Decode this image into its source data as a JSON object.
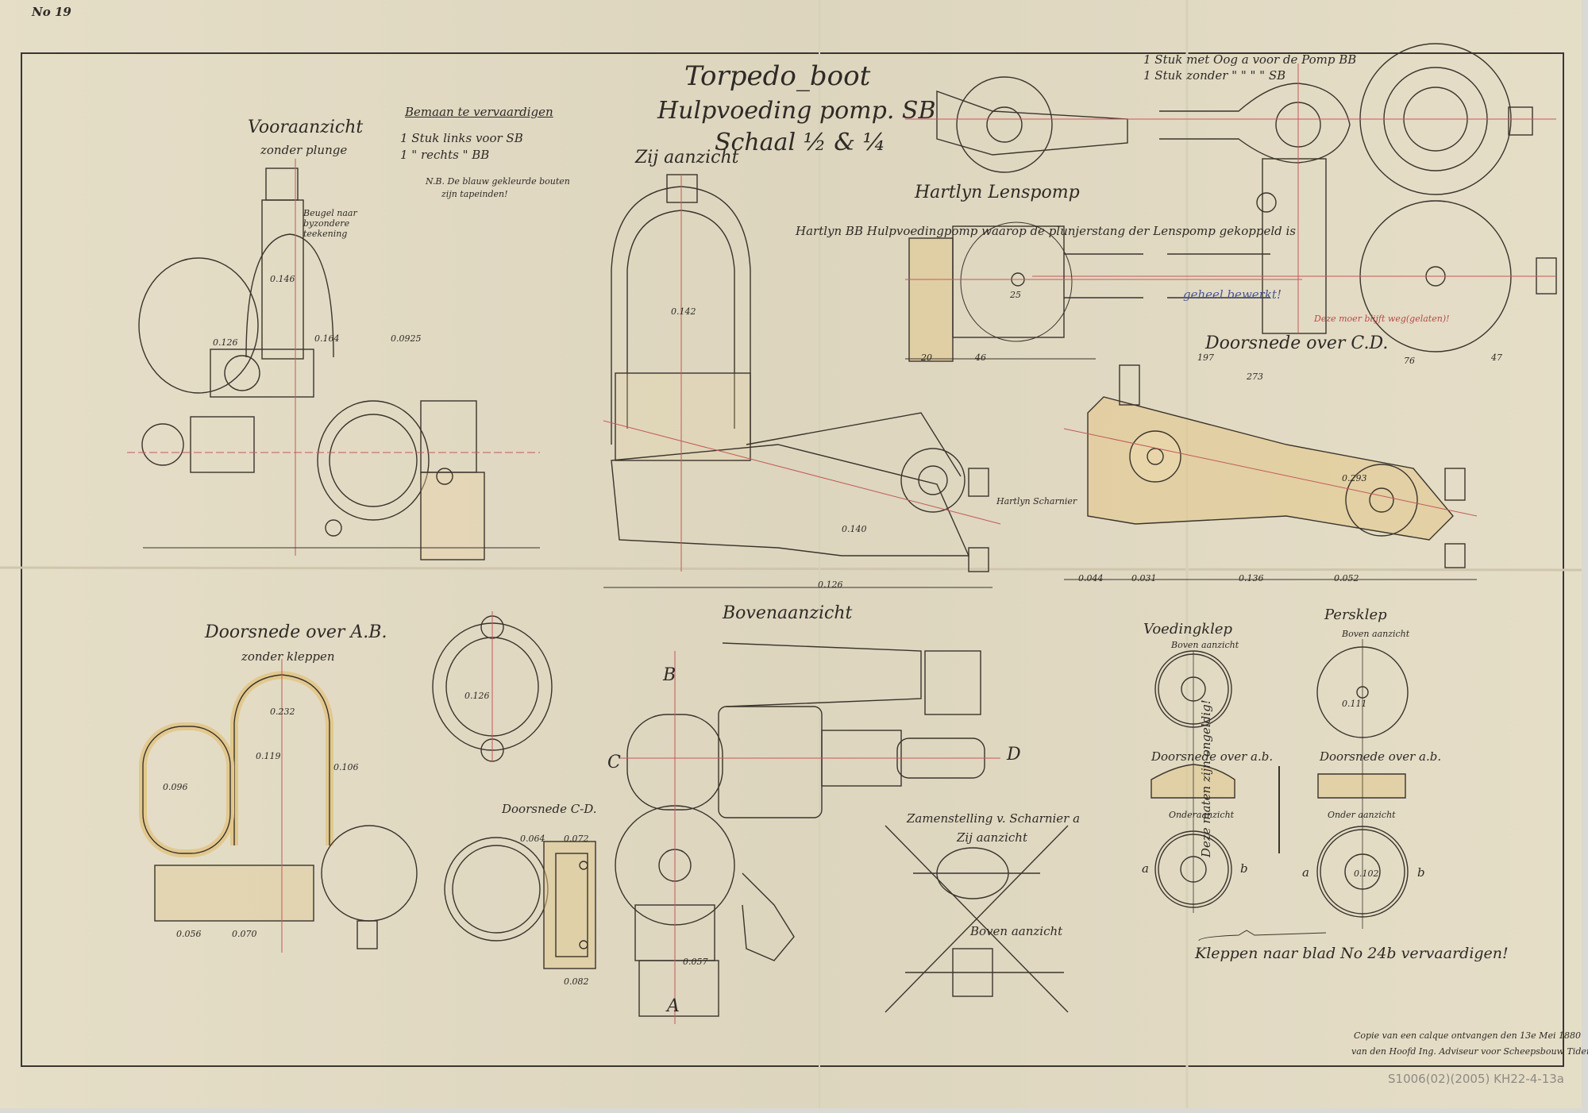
{
  "sheet_number": "No 19",
  "title": {
    "line1": "Torpedo_boot",
    "line2": "Hulpvoeding pomp. SB",
    "line3": "Schaal ½ & ¼"
  },
  "order_note": {
    "heading": "Bemaan te vervaardigen",
    "row1": "1 Stuk  links voor  SB",
    "row2": "1  \"    rechts  \"   BB",
    "nb": "N.B. De blauw gekleurde bouten",
    "nb2": "zijn tapeinden!"
  },
  "top_right_note": {
    "row1": "1 Stuk met Oog a voor de Pomp BB",
    "row2": "1 Stuk zonder \"   \"   \"   \"   SB"
  },
  "views": {
    "front": "Vooraanzicht",
    "front_sub": "zonder plunge",
    "bracket_note": "Beugel naar byzondere teekening",
    "side": "Zij aanzicht",
    "hartlyn_lens": "Hartlyn Lenspomp",
    "hartlyn_bb": "Hartlyn BB Hulpvoedingpomp waarop de plunjerstang der Lenspomp gekoppeld is",
    "geheel_bewerkt": "geheel bewerkt!",
    "section_cd_top": "Doorsnede over C.D.",
    "red_note": "Deze moer blijft weg(gelaten)!",
    "hartlyn_scharnier": "Hartlyn Scharnier",
    "section_ab": "Doorsnede over A.B.",
    "section_ab_sub": "zonder kleppen",
    "top_view": "Bovenaanzicht",
    "section_cd": "Doorsnede C-D.",
    "hinge_assembly": "Zamenstelling v. Scharnier a",
    "hinge_side": "Zij aanzicht",
    "hinge_top": "Boven aanzicht",
    "letter_b": "B",
    "letter_c": "C",
    "letter_d": "D",
    "letter_a": "A"
  },
  "valves": {
    "feed": "Voedingklep",
    "feed_top": "Boven aanzicht",
    "feed_section": "Doorsnede over a.b.",
    "feed_bottom": "Onderaanzicht",
    "press": "Persklep",
    "press_top": "Boven aanzicht",
    "press_section": "Doorsnede over a.b.",
    "press_bottom": "Onder aanzicht",
    "invalid_note": "Deze maten zijn ongeldig!",
    "dim_press": "0.111",
    "dim_press_bottom": "0.102",
    "mark_a": "a",
    "mark_b": "b",
    "instruction": "Kleppen naar blad No 24b vervaardigen!"
  },
  "dimensions": {
    "d1": "0.126",
    "d2": "0.146",
    "d3": "0.164",
    "d4": "0.0925",
    "d5": "0.142",
    "d6": "0.126",
    "d7": "0.232",
    "d8": "0.119",
    "d9": "0.106",
    "d10": "0.096",
    "d11": "0.056",
    "d12": "0.070",
    "d13": "0.064",
    "d14": "0.072",
    "d15": "0.082",
    "d16": "0.057",
    "d17": "0.140",
    "d18": "0.293",
    "d19": "273",
    "d20": "197",
    "d21": "76",
    "d22": "47",
    "d23": "20",
    "d24": "46",
    "d25": "25",
    "d26": "0.126",
    "d27": "0.044",
    "d28": "0.031",
    "d29": "0.052",
    "d30": "0.136"
  },
  "footer": {
    "copy_note1": "Copie van een calque ontvangen den 13e Mei 1880",
    "copy_note2": "van den Hoofd Ing. Adviseur voor Scheepsbouw Tideman",
    "archive_ref": "S1006(02)(2005)  KH22-4-13a"
  },
  "colors": {
    "paper": "#e4dcc4",
    "ink": "#2e2a26",
    "wash": "#e2c88e",
    "red_line": "#c25a5a",
    "blue_ink": "#4a5590"
  }
}
